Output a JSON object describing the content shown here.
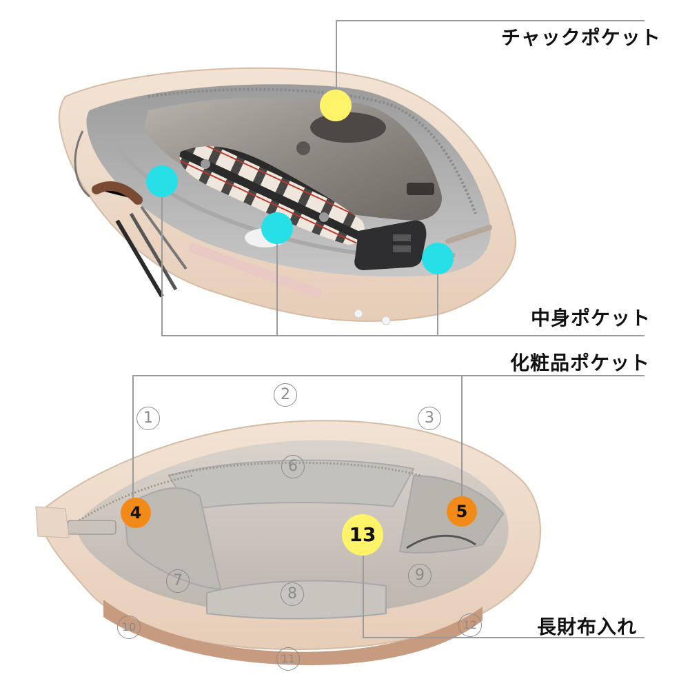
{
  "labels": {
    "zip_pocket": "チャックポケット",
    "inner_pocket": "中身ポケット",
    "cosmetic_pocket": "化粧品ポケット",
    "long_wallet": "長財布入れ"
  },
  "numbers": {
    "n1": "1",
    "n2": "2",
    "n3": "3",
    "n4": "4",
    "n5": "5",
    "n6": "6",
    "n7": "7",
    "n8": "8",
    "n9": "9",
    "n10": "10",
    "n11": "11",
    "n12": "12",
    "n13": "13"
  },
  "colors": {
    "line": "#9a9a9a",
    "yellow_dot": "#fff36a",
    "cyan_dot": "#27dfe6",
    "orange_badge": "#f28a1a",
    "yellow_badge": "#fff36a"
  }
}
